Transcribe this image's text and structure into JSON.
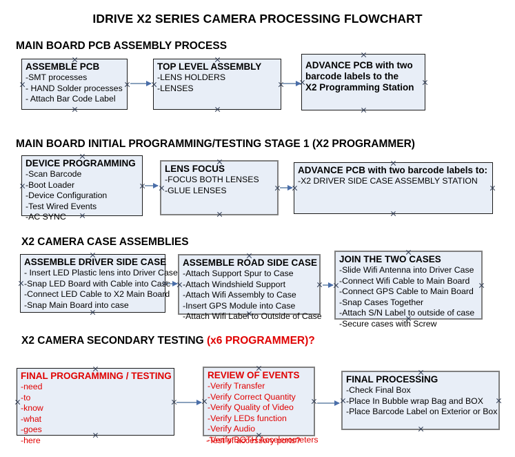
{
  "title": "IDRIVE X2  SERIES CAMERA PROCESSING FLOWCHART",
  "colors": {
    "box_fill": "#e8eef7",
    "box_border_thin": "#1a1a1a",
    "box_border_thick": "#7f7f7f",
    "arrow": "#8aa2bd",
    "arrow_head": "#4a6ea9",
    "text": "#000000",
    "red_text": "#e00000"
  },
  "sections": [
    {
      "heading": "MAIN BOARD PCB ASSEMBLY PROCESS",
      "heading_suffix": "",
      "boxes": [
        {
          "title": "ASSEMBLE PCB",
          "lines": [
            "-SMT processes",
            "- HAND Solder processes",
            "- Attach Bar Code Label"
          ]
        },
        {
          "title": "TOP LEVEL ASSEMBLY",
          "lines": [
            "-LENS HOLDERS",
            "-LENSES"
          ]
        },
        {
          "title": "ADVANCE PCB with two",
          "lines": [
            "barcode labels to the",
            " X2 Programming Station"
          ]
        }
      ]
    },
    {
      "heading": "MAIN BOARD INITIAL PROGRAMMING/TESTING STAGE 1 (X2 PROGRAMMER)",
      "heading_suffix": "",
      "boxes": [
        {
          "title": "DEVICE PROGRAMMING",
          "lines": [
            "-Scan Barcode",
            "-Boot Loader",
            "-Device Configuration",
            "-Test Wired Events",
            "-AC SYNC"
          ]
        },
        {
          "title": "LENS FOCUS",
          "lines": [
            "-FOCUS BOTH LENSES",
            "-GLUE LENSES"
          ]
        },
        {
          "title": "ADVANCE PCB with two barcode labels to:",
          "lines": [
            "-X2 DRIVER  SIDE  CASE  ASSEMBLY STATION"
          ]
        }
      ]
    },
    {
      "heading": "X2 CAMERA CASE ASSEMBLIES",
      "heading_suffix": "",
      "boxes": [
        {
          "title": "ASSEMBLE DRIVER SIDE CASE",
          "lines": [
            "- Insert LED Plastic lens into Driver Case",
            "-Snap LED Board with Cable into Case",
            "-Connect LED Cable to X2 Main Board",
            "-Snap Main Board into case"
          ]
        },
        {
          "title": "ASSEMBLE ROAD SIDE CASE",
          "lines": [
            "-Attach Support Spur to Case",
            "-Attach Windshield Support",
            "-Attach Wifi Assembly to Case",
            "-Insert GPS Module into Case",
            "-Attach Wifi Label to Outside of Case"
          ]
        },
        {
          "title": "JOIN THE TWO CASES",
          "lines": [
            "-Slide Wifi Antenna into Driver Case",
            "-Connect Wifi Cable to Main Board",
            "-Connect GPS Cable to Main Board",
            "-Snap Cases Together",
            "-Attach S/N Label to outside of case",
            "-Secure cases with Screw"
          ]
        }
      ]
    },
    {
      "heading": "X2 CAMERA SECONDARY TESTING",
      "heading_suffix": "(x6 PROGRAMMER)?",
      "boxes": [
        {
          "title": "FINAL PROGRAMMING / TESTING",
          "lines": [
            "-need",
            "-to",
            "-know",
            "-what",
            "-goes",
            "-here"
          ]
        },
        {
          "title": "REVIEW OF EVENTS",
          "lines": [
            "-Verify Transfer",
            "-Verify Correct Quantity",
            "-Verify Quality of Video",
            "-Verify LEDs function",
            "-Verify Audio",
            "-Verify BOTH Accelerometers"
          ],
          "overflow_line": "-Test of accessory ports?"
        },
        {
          "title": "FINAL PROCESSING",
          "lines": [
            " -Check Final Box",
            "-Place In Bubble wrap Bag and BOX",
            "-Place Barcode Label on Exterior or Box"
          ]
        }
      ]
    }
  ]
}
